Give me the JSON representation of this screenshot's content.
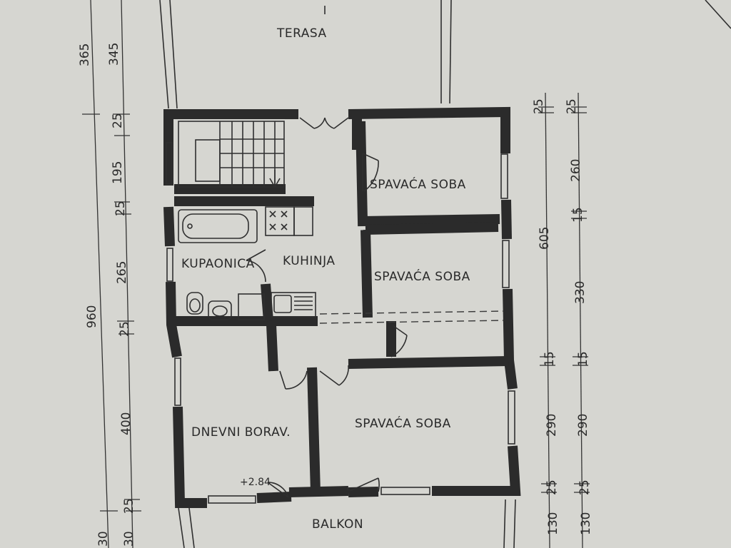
{
  "rooms": {
    "terrace": "TERASA",
    "bedroom_1": "SPAVAĆA  SOBA",
    "bedroom_2": "SPAVAĆA  SOBA",
    "bedroom_3": "SPAVAĆA  SOBA",
    "bathroom": "KUPAONICA",
    "kitchen": "KUHINJA",
    "living_room": "DNEVNI  BORAV.",
    "balcony": "BALKON"
  },
  "elevation": "+2.84",
  "dimensions_left": {
    "outer_top": "365",
    "outer_total": "960",
    "outer_bottom": "30",
    "inner_terrace": "345",
    "inner_wall_1": "25",
    "inner_stairs": "195",
    "inner_wall_2": "25",
    "inner_bath": "265",
    "inner_wall_3": "25",
    "inner_living": "400",
    "inner_wall_4": "25",
    "inner_balcony": "30"
  },
  "dimensions_right": {
    "a_wall_1": "25",
    "a_total": "605",
    "a_wall_2": "15",
    "a_room": "290",
    "a_wall_3": "25",
    "a_balcony": "130",
    "b_wall_1": "25",
    "b_room_1": "260",
    "b_wall_2": "15",
    "b_room_2": "330",
    "b_wall_3": "15",
    "b_room_3": "290",
    "b_wall_4": "25",
    "b_balcony": "130"
  }
}
